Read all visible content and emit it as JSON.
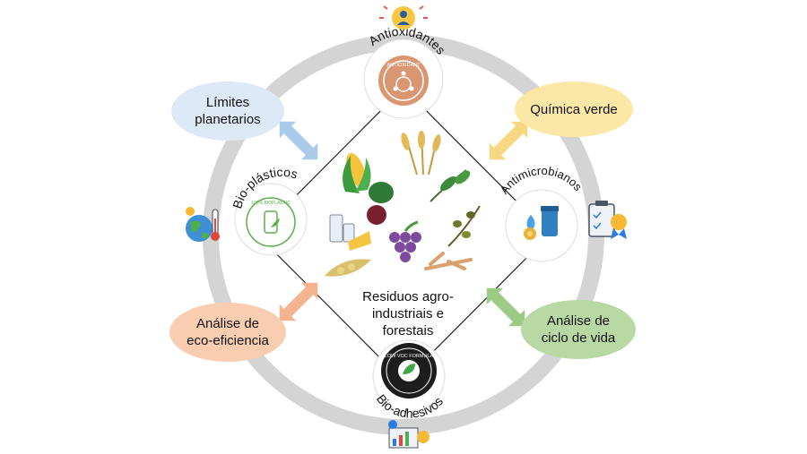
{
  "central_node": {
    "label": "Residuos agro-\nindustriais e\nforestais"
  },
  "outer_nodes": [
    {
      "label": "Límites\nplanetarios",
      "color": "#dde9f7"
    },
    {
      "label": "Química verde",
      "color": "#fbe7a6"
    },
    {
      "label": "Análise de\neco-eficiencia",
      "color": "#f8cdb0"
    },
    {
      "label": "Análise de\nciclo de vida",
      "color": "#b8d9a3"
    }
  ],
  "products": [
    {
      "label": "Antioxidantes",
      "badge_text": "ANTIOXIDANT",
      "color": "#d9946e"
    },
    {
      "label": "Bio-plásticos",
      "badge_text": "100% BIOPLASTIC",
      "color": "#5fae4e"
    },
    {
      "label": "Antimicrobianos",
      "color": "#2f7fc1"
    },
    {
      "label": "Bio-adhesivos",
      "badge_text": "LOW VOC FORMULA",
      "color": "#1d1d1d"
    }
  ],
  "arrow_colors": [
    "#aacbeb",
    "#f7d77f",
    "#f5b38f",
    "#9ccb86"
  ],
  "ring_color": "#d4d4d4",
  "icons": [
    "innovation-icon",
    "earth-thermometer-icon",
    "checklist-certificate-icon",
    "finance-chart-icon",
    "crops-icon"
  ]
}
